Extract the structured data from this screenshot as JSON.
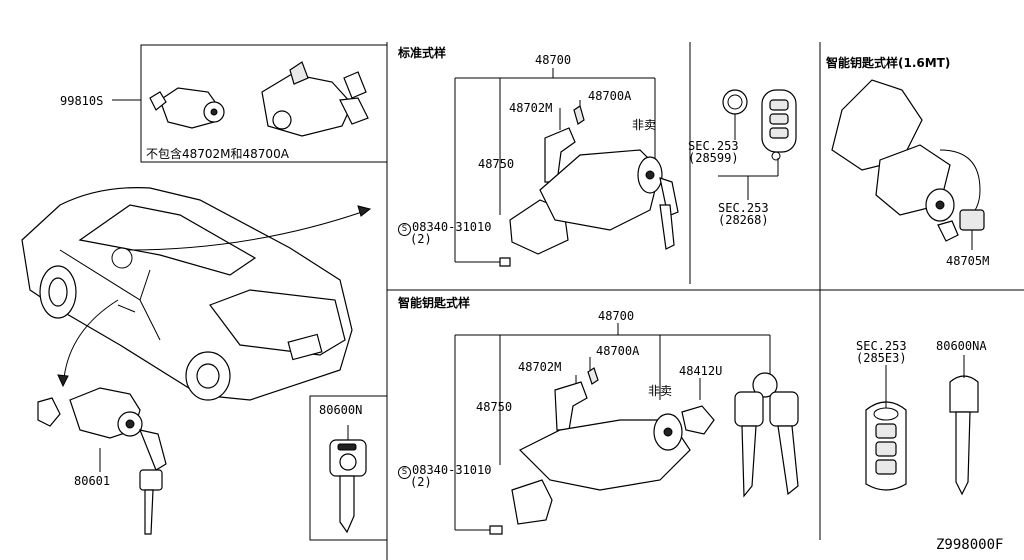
{
  "sections": {
    "standard_title": "标准式样",
    "smart_title": "智能钥匙式样",
    "smart_1_6mt_title": "智能钥匙式样(1.6MT)"
  },
  "kit": {
    "part_no": "99810S",
    "note": "不包含48702M和48700A"
  },
  "standard": {
    "assembly_no": "48700",
    "bolt_no": "48700A",
    "bracket_no": "48702M",
    "not_sold": "非卖",
    "cylinder_no": "48750",
    "screw_no": "08340-31010",
    "screw_qty": "(2)"
  },
  "remote": {
    "sec1": "SEC.253",
    "sec1_code": "(28599)",
    "sec2": "SEC.253",
    "sec2_code": "(28268)"
  },
  "smart_mt": {
    "part_no": "48705M"
  },
  "smart": {
    "assembly_no": "48700",
    "bracket_no": "48702M",
    "bolt_no": "48700A",
    "cap_no": "48412U",
    "not_sold": "非卖",
    "cylinder_no": "48750",
    "screw_no": "08340-31010",
    "screw_qty": "(2)"
  },
  "smart_key": {
    "sec": "SEC.253",
    "sec_code": "(285E3)",
    "emergency_key_no": "80600NA"
  },
  "door_lock": {
    "part_no": "80601"
  },
  "blank_key": {
    "part_no": "80600N"
  },
  "diagram_id": "Z998000F",
  "screw_symbol": "S"
}
